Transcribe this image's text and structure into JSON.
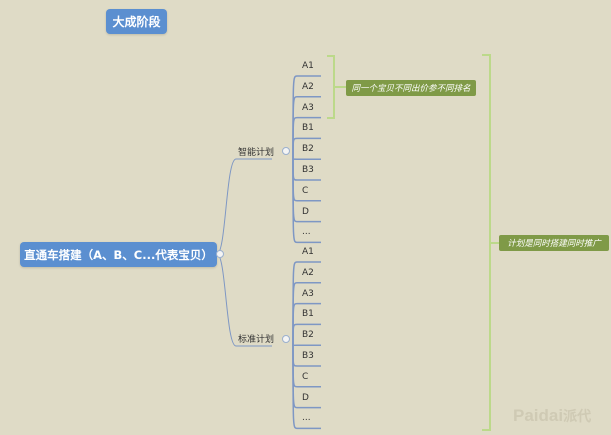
{
  "stage_title": "大成阶段",
  "root": {
    "label": "直通车搭建（A、B、C...代表宝贝）"
  },
  "plans": [
    {
      "label": "智能计划",
      "items": [
        "A1",
        "A2",
        "A3",
        "B1",
        "B2",
        "B3",
        "C",
        "D",
        "..."
      ]
    },
    {
      "label": "标准计划",
      "items": [
        "A1",
        "A2",
        "A3",
        "B1",
        "B2",
        "B3",
        "C",
        "D",
        "..."
      ]
    }
  ],
  "notes": {
    "same_item_note": "同一个宝贝不同出价参不同排名",
    "plans_note": "计划是同时搭建同时推广"
  },
  "watermark": {
    "latin": "Paidai",
    "cn": "派代"
  },
  "colors": {
    "background": "#dfdbc6",
    "topic": "#5b8fd0",
    "note": "#7f9a47",
    "connector": "#7e97c4",
    "bracket": "#bcd98a"
  }
}
